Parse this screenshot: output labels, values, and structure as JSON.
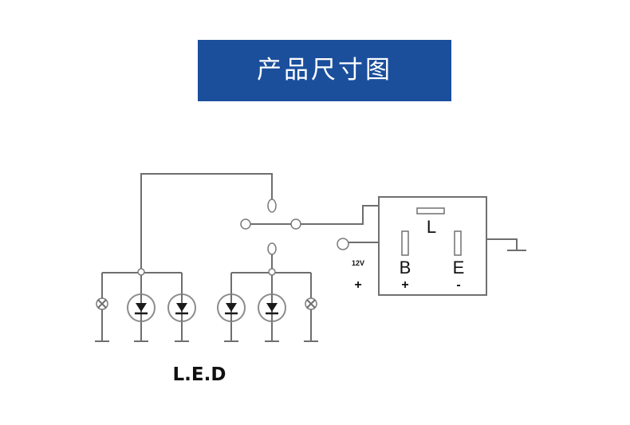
{
  "header": {
    "title": "产品尺寸图"
  },
  "diagram": {
    "led_label": "L.E.D",
    "flasher": {
      "terminal_l": "L",
      "terminal_b": "B",
      "terminal_e": "E",
      "b_polarity": "+",
      "e_polarity": "-"
    },
    "supply": {
      "voltage": "12V",
      "polarity": "+"
    }
  },
  "colors": {
    "header_bg": "#1b4f9c",
    "header_text": "#ffffff",
    "wire": "#6e6e6e"
  }
}
